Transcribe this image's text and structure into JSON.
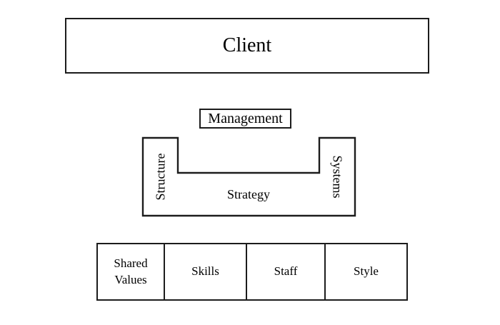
{
  "diagram": {
    "client_label": "Client",
    "management_label": "Management",
    "structure_label": "Structure",
    "strategy_label": "Strategy",
    "systems_label": "Systems",
    "bottom_row": [
      {
        "label": "Shared Values"
      },
      {
        "label": "Skills"
      },
      {
        "label": "Staff"
      },
      {
        "label": "Style"
      }
    ]
  },
  "colors": {
    "border": "#1c1c1c",
    "background": "#ffffff",
    "text": "#000000"
  }
}
